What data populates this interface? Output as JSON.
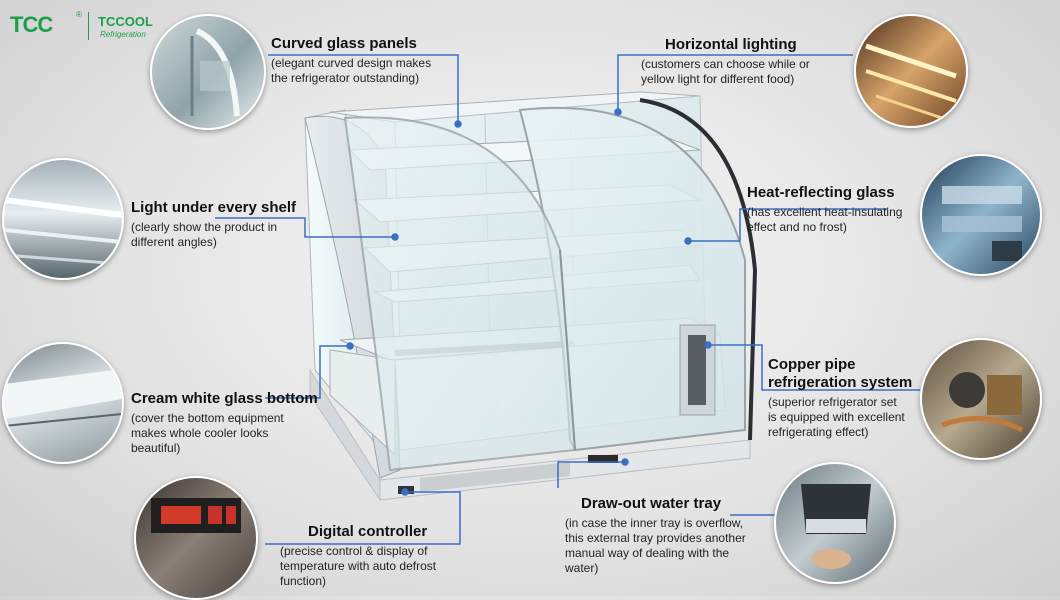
{
  "brand": {
    "mark": "TCC",
    "registered": "®",
    "name": "TCCOOL",
    "sub": "Refrigeration",
    "color": "#1c9e4a"
  },
  "accent_color": "#3a6fc4",
  "features": [
    {
      "id": "curved-glass",
      "icon": "curved-glass-photo",
      "title": "Curved glass panels",
      "desc": "(elegant curved design makes\nthe refrigerator outstanding)"
    },
    {
      "id": "horizontal-lighting",
      "icon": "lighting-photo",
      "title": "Horizontal lighting",
      "desc": "(customers can choose while or\nyellow light for different food)"
    },
    {
      "id": "light-under-shelf",
      "icon": "shelf-light-photo",
      "title": "Light under every shelf",
      "desc": "(clearly show the product in\ndifferent angles)"
    },
    {
      "id": "heat-reflecting",
      "icon": "heat-glass-photo",
      "title": "Heat-reflecting glass",
      "desc": "(has excellent heat-insulating\neffect and no frost)"
    },
    {
      "id": "cream-bottom",
      "icon": "glass-bottom-photo",
      "title": "Cream white glass bottom",
      "desc": "(cover the bottom equipment\nmakes whole cooler looks\nbeautiful)"
    },
    {
      "id": "copper-pipe",
      "icon": "copper-pipe-photo",
      "title": "Copper pipe\nrefrigeration system",
      "desc": "(superior refrigerator set\nis equipped with excellent\nrefrigerating effect)"
    },
    {
      "id": "digital-controller",
      "icon": "controller-photo",
      "title": "Digital controller",
      "desc": "(precise control & display of\ntemperature with auto defrost\nfunction)"
    },
    {
      "id": "water-tray",
      "icon": "water-tray-photo",
      "title": "Draw-out water tray",
      "desc": "(in case the inner tray is overflow,\nthis external tray provides another\nmanual way of dealing with the\nwater)"
    }
  ]
}
